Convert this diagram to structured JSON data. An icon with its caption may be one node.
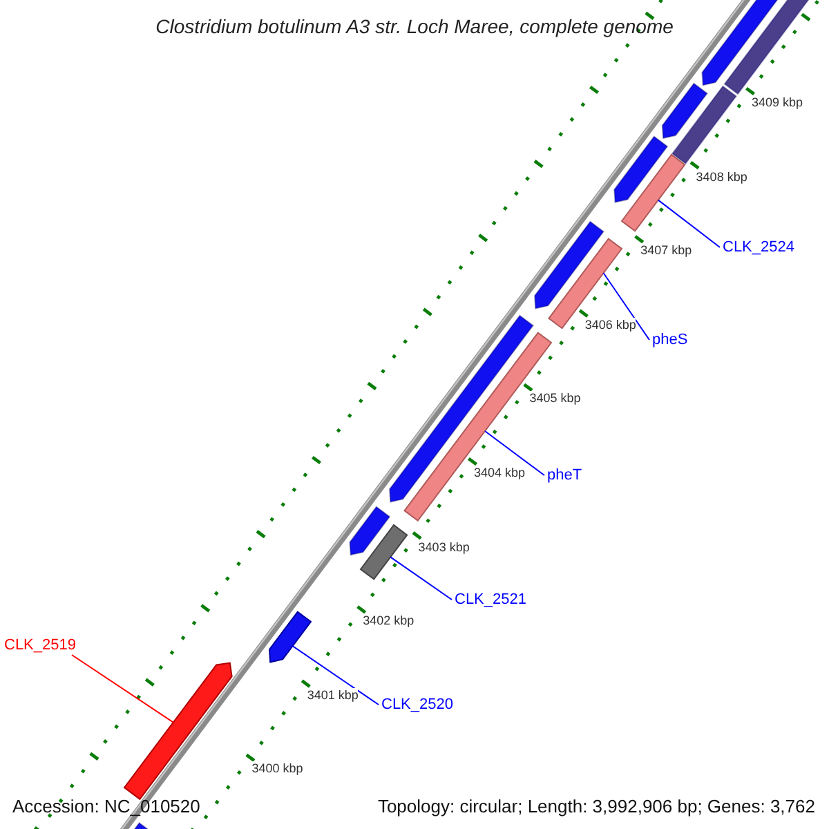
{
  "diagram": {
    "title": "Clostridium botulinum A3 str. Loch Maree, complete genome",
    "nodes": [
      {
        "text": [
          "CLK_2524"
        ]
      },
      {
        "text": [
          "pheS"
        ]
      },
      {
        "text": [
          "pheT"
        ]
      },
      {
        "text": [
          "CLK_2521"
        ]
      },
      {
        "text": [
          "CLK_2519"
        ]
      },
      {
        "text": [
          "CLK_2520"
        ]
      },
      {
        "text": [],
        "shape": "bar"
      },
      {
        "text": [],
        "shape": "bar"
      },
      {
        "text": [],
        "shape": "bar"
      },
      {
        "text": [],
        "shape": "bar"
      },
      {
        "text": [],
        "shape": "arrow"
      },
      {
        "text": [],
        "shape": "arrow"
      }
    ],
    "edges": [
      {
        "from": 0,
        "to": 6,
        "arrow": "none"
      },
      {
        "from": 1,
        "to": 7,
        "arrow": "none"
      },
      {
        "from": 2,
        "to": 8,
        "arrow": "none"
      },
      {
        "from": 3,
        "to": 9,
        "arrow": "none"
      },
      {
        "from": 4,
        "to": 10,
        "arrow": "none",
        "color": "#ff0000"
      },
      {
        "from": 5,
        "to": 11,
        "arrow": "none"
      }
    ],
    "labels": [
      "3409 kbp",
      "3408 kbp",
      "3407 kbp",
      "3406 kbp",
      "3405 kbp",
      "3404 kbp",
      "3403 kbp",
      "3402 kbp",
      "3401 kbp",
      "3400 kbp",
      "Accession: NC_010520",
      "Topology: circular; Length: 3,992,906 bp; Genes: 3,762"
    ]
  }
}
